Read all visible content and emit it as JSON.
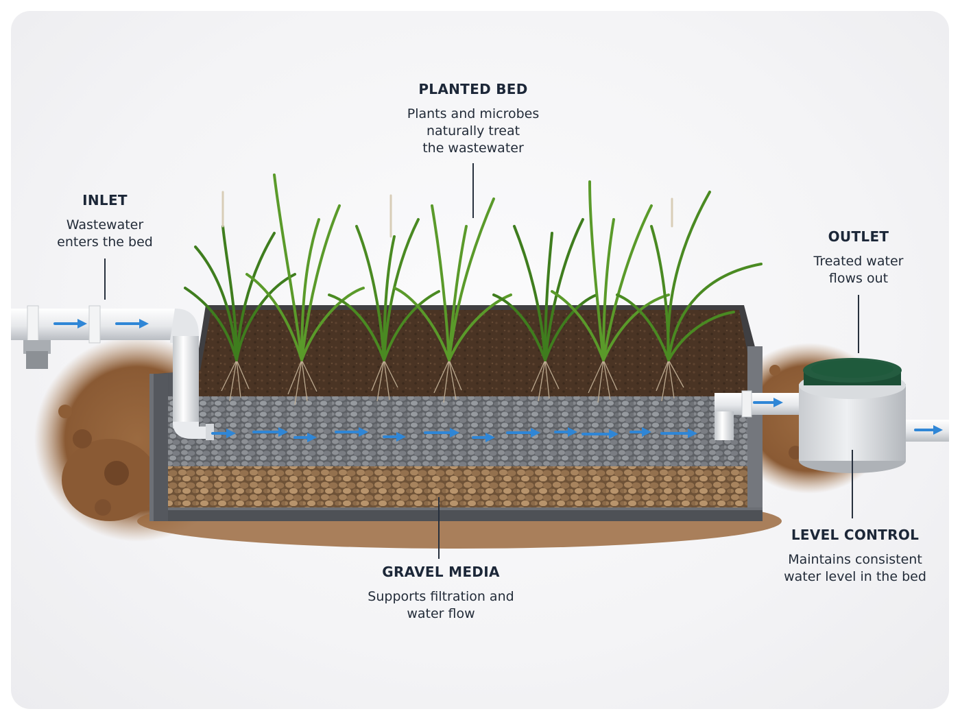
{
  "labels": {
    "planted_bed": {
      "title": "PLANTED BED",
      "desc": [
        "Plants and microbes",
        "naturally treat",
        "the wastewater"
      ]
    },
    "inlet": {
      "title": "INLET",
      "desc": [
        "Wastewater",
        "enters the bed"
      ]
    },
    "outlet": {
      "title": "OUTLET",
      "desc": [
        "Treated water",
        "flows out"
      ]
    },
    "level_control": {
      "title": "LEVEL CONTROL",
      "desc": [
        "Maintains consistent",
        "water level in the bed"
      ]
    },
    "gravel_media": {
      "title": "GRAVEL MEDIA",
      "desc": [
        "Supports filtration and",
        "water flow"
      ]
    }
  },
  "colors": {
    "flow_arrow": "#2f86d6",
    "soil": "#8a5a34",
    "plant": "#4a8a22",
    "gravel": "#6b6e73",
    "pebble": "#9a7a58",
    "tank_lid": "#1f5a3c",
    "concrete": "#5d6066",
    "pipe": "#e8eaec"
  },
  "icons": {
    "flow": "arrow-right-icon"
  }
}
